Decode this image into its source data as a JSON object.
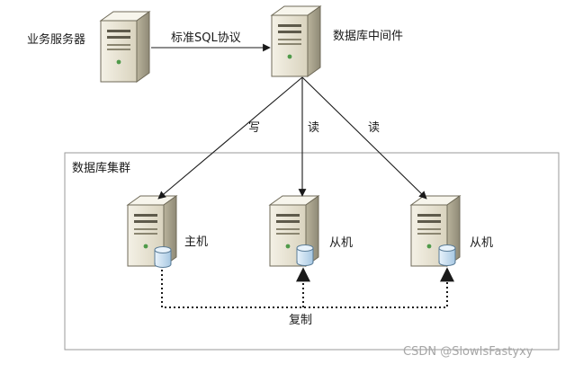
{
  "nodes": {
    "business_server": "业务服务器",
    "middleware": "数据库中间件",
    "master": "主机",
    "slave_1": "从机",
    "slave_2": "从机"
  },
  "edges": {
    "sql_protocol": "标准SQL协议",
    "write": "写",
    "read_1": "读",
    "read_2": "读",
    "replicate": "复制"
  },
  "cluster": {
    "label": "数据库集群"
  },
  "watermark": "CSDN @SlowIsFastyxy",
  "colors": {
    "line": "#1a1a1a",
    "cluster_border": "#9a9a9a",
    "server_body": "#e6e1cf",
    "db_cylinder": "#cfe4f4"
  }
}
